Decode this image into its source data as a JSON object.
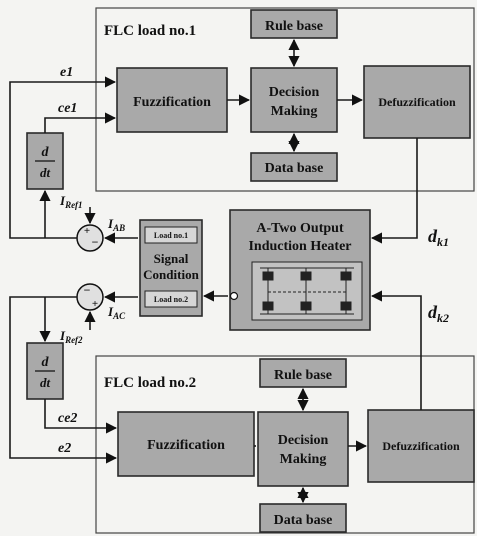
{
  "diagram": {
    "flc1_title": "FLC load no.1",
    "flc2_title": "FLC load no.2",
    "rule_base": "Rule base",
    "data_base": "Data base",
    "fuzzification": "Fuzzification",
    "decision": [
      "Decision",
      "Making"
    ],
    "defuzzification": "Defuzzification",
    "heater": [
      "A-Two Output",
      "Induction Heater"
    ],
    "signal": [
      "Signal",
      "Condition"
    ],
    "load1": "Load no.1",
    "load2": "Load no.2",
    "deriv_num": "d",
    "deriv_den": "dt",
    "e1": "e1",
    "ce1": "ce1",
    "e2": "e2",
    "ce2": "ce2",
    "i_ref1": {
      "main": "I",
      "sub": "Ref1"
    },
    "i_ref2": {
      "main": "I",
      "sub": "Ref2"
    },
    "i_ab": {
      "main": "I",
      "sub": "AB"
    },
    "i_ac": {
      "main": "I",
      "sub": "AC"
    },
    "d_k1": {
      "main": "d",
      "sub": "k1"
    },
    "d_k2": {
      "main": "d",
      "sub": "k2"
    },
    "plus": "+",
    "minus": "−"
  }
}
